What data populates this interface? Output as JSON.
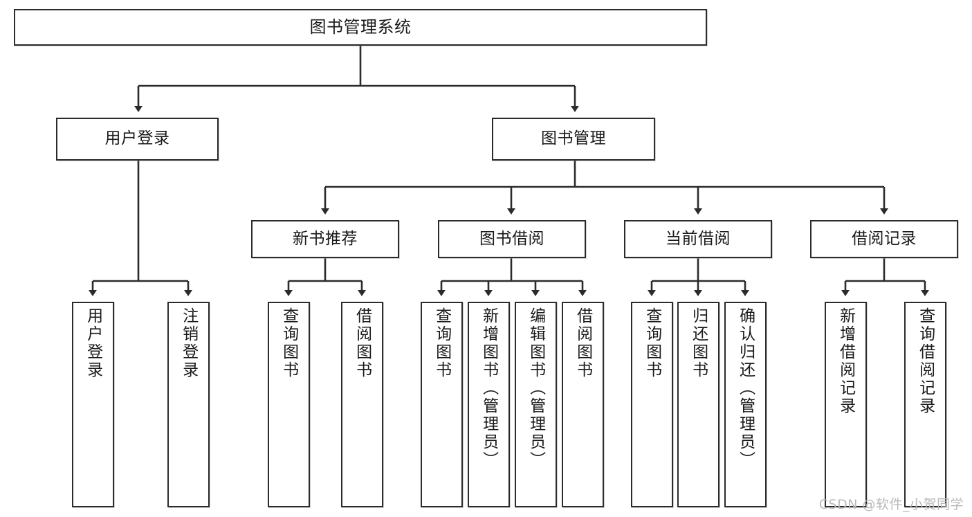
{
  "diagram": {
    "title": "图书管理系统",
    "type": "tree",
    "watermark": "CSDN @软件_小贺同学",
    "colors": {
      "box_border": "#2b2b2b",
      "box_fill": "#ffffff",
      "edge": "#2b2b2b",
      "text": "#1a1a1a",
      "watermark": "#b9b9b9",
      "background": "#ffffff"
    },
    "levels": {
      "root": {
        "label": "图书管理系统"
      },
      "level2": [
        {
          "id": "user-login",
          "label": "用户登录"
        },
        {
          "id": "book-manage",
          "label": "图书管理"
        }
      ],
      "level3": [
        {
          "id": "new-book-recommend",
          "label": "新书推荐",
          "parent": "book-manage"
        },
        {
          "id": "book-borrow",
          "label": "图书借阅",
          "parent": "book-manage"
        },
        {
          "id": "current-borrow",
          "label": "当前借阅",
          "parent": "book-manage"
        },
        {
          "id": "borrow-record",
          "label": "借阅记录",
          "parent": "book-manage"
        }
      ],
      "leaves": {
        "user-login": [
          {
            "id": "leaf-user-login",
            "label": "用户登录"
          },
          {
            "id": "leaf-logout",
            "label": "注销登录"
          }
        ],
        "new-book-recommend": [
          {
            "id": "leaf-query-book-1",
            "label": "查询图书"
          },
          {
            "id": "leaf-borrow-book-1",
            "label": "借阅图书"
          }
        ],
        "book-borrow": [
          {
            "id": "leaf-query-book-2",
            "label": "查询图书"
          },
          {
            "id": "leaf-add-book",
            "label": "新增图书（管理员）"
          },
          {
            "id": "leaf-edit-book",
            "label": "编辑图书（管理员）"
          },
          {
            "id": "leaf-borrow-book-2",
            "label": "借阅图书"
          }
        ],
        "current-borrow": [
          {
            "id": "leaf-query-book-3",
            "label": "查询图书"
          },
          {
            "id": "leaf-return-book",
            "label": "归还图书"
          },
          {
            "id": "leaf-confirm-return",
            "label": "确认归还（管理员）"
          }
        ],
        "borrow-record": [
          {
            "id": "leaf-add-record",
            "label": "新增借阅记录"
          },
          {
            "id": "leaf-query-record",
            "label": "查询借阅记录"
          }
        ]
      }
    }
  }
}
